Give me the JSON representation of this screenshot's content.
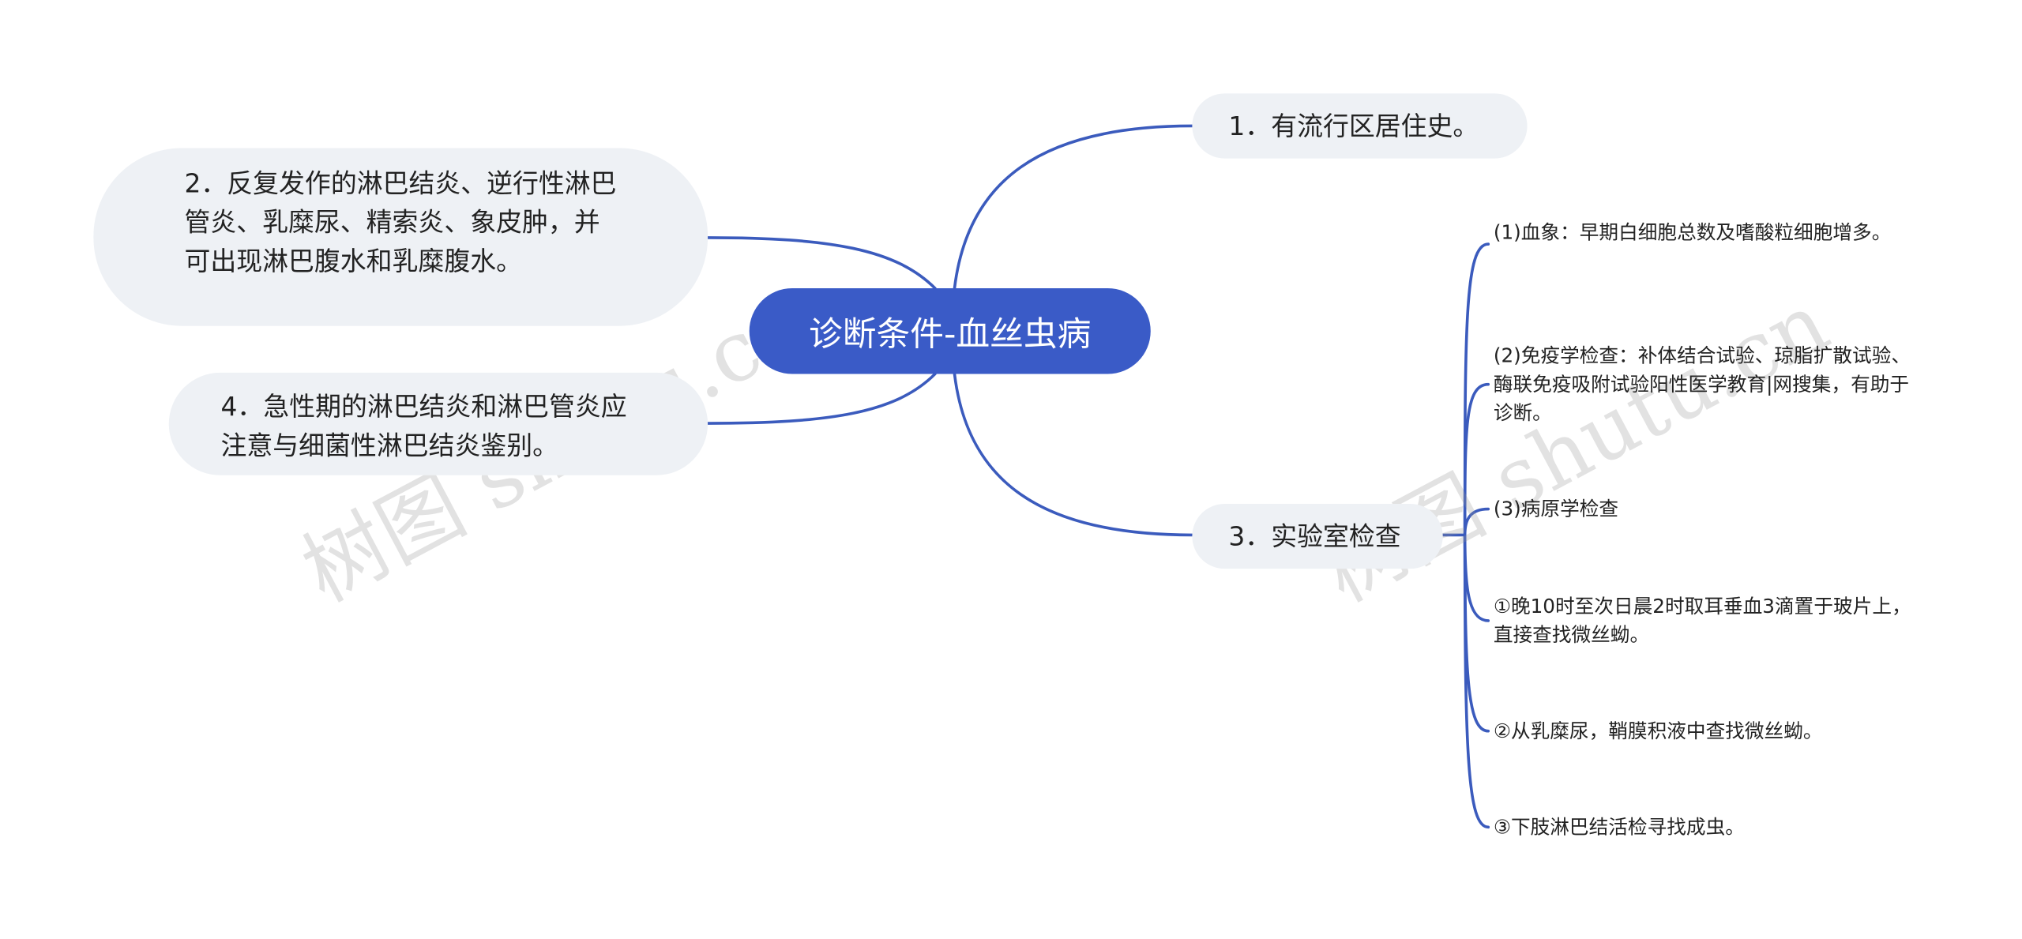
{
  "root": {
    "label": "诊断条件-血丝虫病"
  },
  "branches": {
    "b1": "1．有流行区居住史。",
    "b2": "2．反复发作的淋巴结炎、逆行性淋巴管炎、乳糜尿、精索炎、象皮肿，并可出现淋巴腹水和乳糜腹水。",
    "b3": "3．实验室检查",
    "b4": "4．急性期的淋巴结炎和淋巴管炎应注意与细菌性淋巴结炎鉴别。"
  },
  "leaves": [
    "(1)血象：早期白细胞总数及嗜酸粒细胞增多。",
    "(2)免疫学检查：补体结合试验、琼脂扩散试验、酶联免疫吸附试验阳性医学教育|网搜集，有助于诊断。",
    "(3)病原学检查",
    "①晚10时至次日晨2时取耳垂血3滴置于玻片上，直接查找微丝蚴。",
    "②从乳糜尿，鞘膜积液中查找微丝蚴。",
    "③下肢淋巴结活检寻找成虫。"
  ],
  "watermark": [
    "树图 shutu.cn",
    "树图 shutu.cn"
  ],
  "colors": {
    "root": "#3a5bc7",
    "node": "#eef1f5",
    "line": "#3b5bbd"
  }
}
